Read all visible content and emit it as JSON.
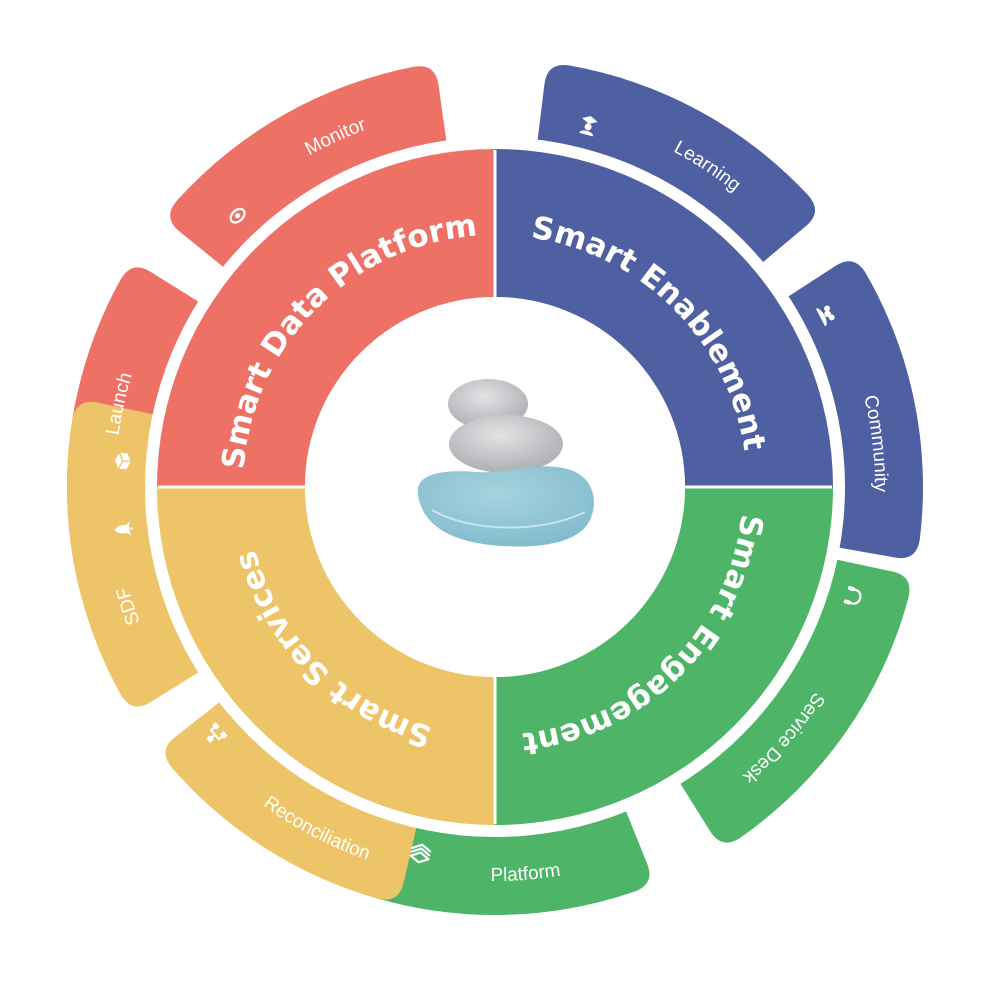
{
  "colors": {
    "data_platform": "#ee7165",
    "enablement": "#4e60a1",
    "engagement": "#4db468",
    "services": "#edc467",
    "center": "#ffffff"
  },
  "quadrants": [
    {
      "id": "data_platform",
      "title": "Smart Data Platform",
      "tabs": [
        {
          "label": "Monitor",
          "icon": "eye-icon"
        },
        {
          "label": "Launch",
          "icon": "rocket-icon"
        }
      ]
    },
    {
      "id": "enablement",
      "title": "Smart Enablement",
      "tabs": [
        {
          "label": "Learning",
          "icon": "graduate-icon"
        },
        {
          "label": "Community",
          "icon": "people-icon"
        }
      ]
    },
    {
      "id": "engagement",
      "title": "Smart Engagement",
      "tabs": [
        {
          "label": "Service Desk",
          "icon": "headset-icon"
        },
        {
          "label": "Platform",
          "icon": "layers-icon"
        }
      ]
    },
    {
      "id": "services",
      "title": "Smart Services",
      "tabs": [
        {
          "label": "Reconciliation",
          "icon": "network-icon"
        },
        {
          "label": "SDF",
          "icon": "box-icon"
        }
      ]
    }
  ]
}
